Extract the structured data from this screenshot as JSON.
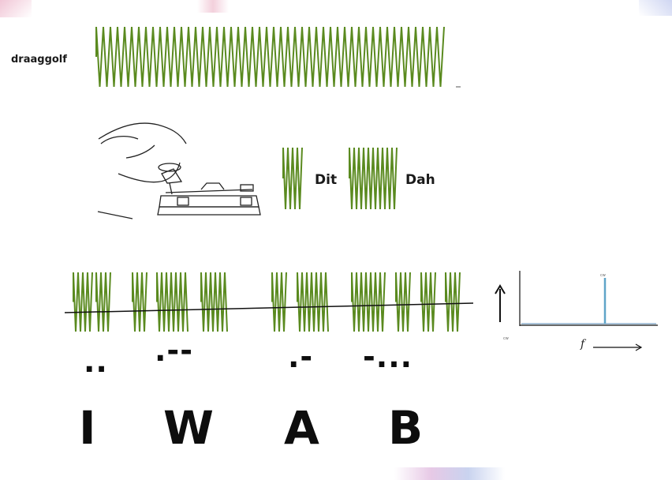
{
  "carrier": {
    "label": "draaggolf"
  },
  "key_section": {
    "dit_label": "Dit",
    "dah_label": "Dah"
  },
  "morse": [
    {
      "letter": "I",
      "code": ".."
    },
    {
      "letter": "W",
      "code": ".--"
    },
    {
      "letter": "A",
      "code": ".-"
    },
    {
      "letter": "B",
      "code": "-..."
    }
  ],
  "spectrum": {
    "axis_label": "f",
    "peak_label": "cw",
    "origin_label": "cw"
  },
  "colors": {
    "wave": "#5a8a1f",
    "spectrum_peak": "#5fa5c8",
    "axis": "#111111"
  }
}
